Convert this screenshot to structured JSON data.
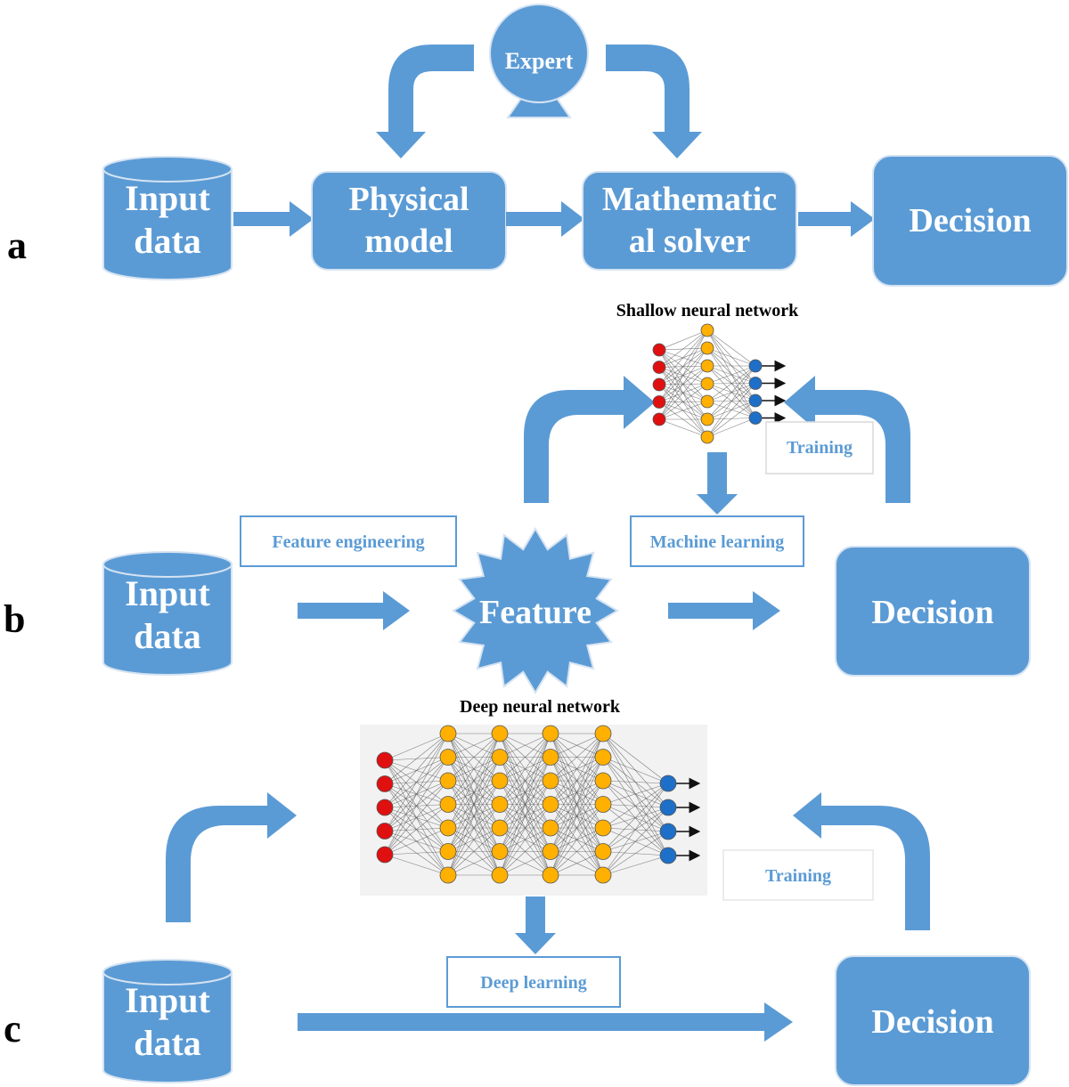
{
  "colors": {
    "shape_fill": "#5b9bd5",
    "shape_stroke": "#d5e3f2",
    "box_text": "#5b9bd5",
    "box_border": "#5b9bd5",
    "node_input": "#e01010",
    "node_hidden": "#ffb000",
    "node_output": "#1e6fc8",
    "network_bg": "#f2f2f2"
  },
  "panel_a": {
    "letter": "a",
    "expert": "Expert",
    "input_line1": "Input",
    "input_line2": "data",
    "physical_line1": "Physical",
    "physical_line2": "model",
    "math_line1": "Mathematic",
    "math_line2": "al solver",
    "decision": "Decision"
  },
  "panel_b": {
    "letter": "b",
    "network_title": "Shallow neural network",
    "training": "Training",
    "machine_learning": "Machine learning",
    "feature_engineering": "Feature engineering",
    "input_line1": "Input",
    "input_line2": "data",
    "feature": "Feature",
    "decision": "Decision"
  },
  "panel_c": {
    "letter": "c",
    "network_title": "Deep neural network",
    "training": "Training",
    "deep_learning": "Deep learning",
    "input_line1": "Input",
    "input_line2": "data",
    "decision": "Decision"
  }
}
